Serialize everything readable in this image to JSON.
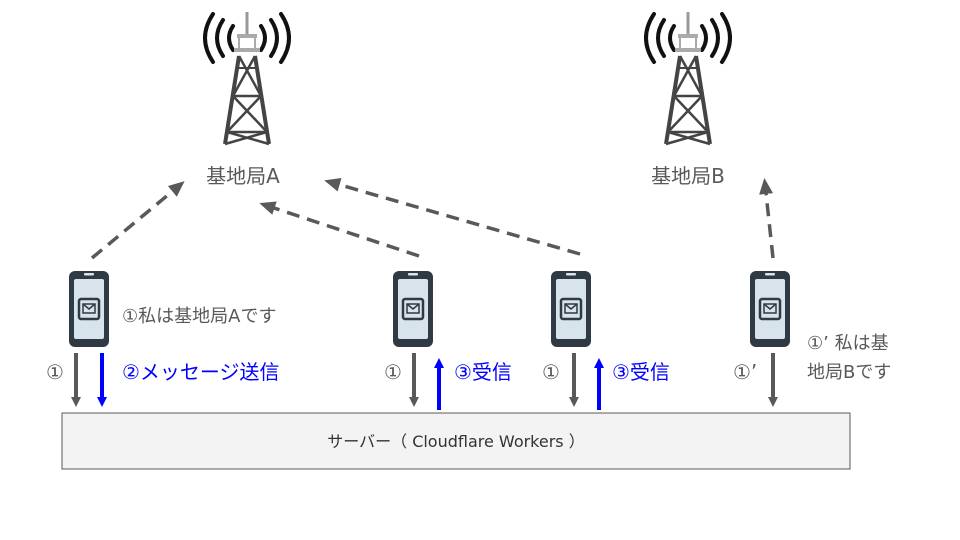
{
  "stations": {
    "a": {
      "label": "基地局A"
    },
    "b": {
      "label": "基地局B"
    }
  },
  "server": {
    "label": "サーバー（ Cloudflare Workers ）"
  },
  "annotations": {
    "phone1": "①私は基地局Aです",
    "phone4_line1": "①’ 私は基",
    "phone4_line2": "地局Bです"
  },
  "steps": {
    "step1": "①",
    "step1_prime": "①’",
    "send": "②メッセージ送信",
    "receive": "③受信"
  },
  "colors": {
    "gray": "#595959",
    "blue": "#0000ff",
    "server_fill": "#f3f3f3",
    "server_border": "#595959",
    "phone_body": "#2f3a45",
    "phone_screen": "#d8e4ec"
  }
}
